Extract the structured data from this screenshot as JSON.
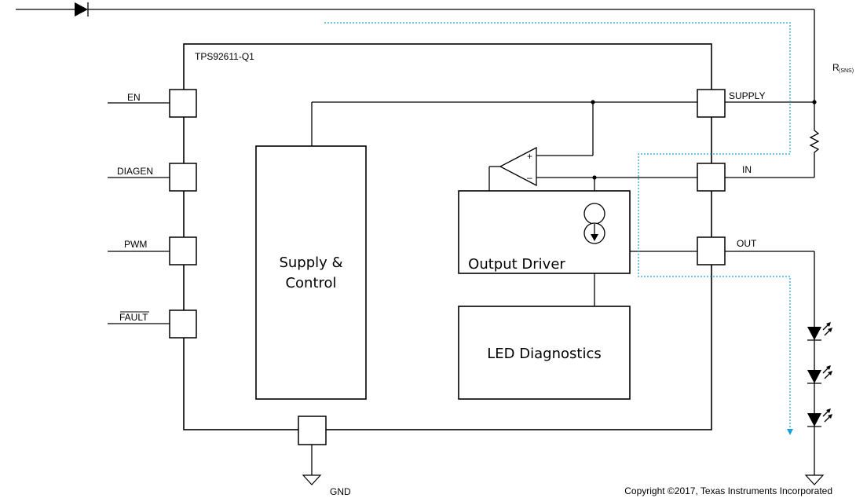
{
  "chip": {
    "name": "TPS92611-Q1"
  },
  "pins": {
    "en": "EN",
    "diagen": "DIAGEN",
    "pwm": "PWM",
    "fault": "FAULT",
    "supply": "SUPPLY",
    "in": "IN",
    "out": "OUT",
    "gnd": "GND"
  },
  "blocks": {
    "supply_control_line1": "Supply &",
    "supply_control_line2": "Control",
    "output_driver": "Output Driver",
    "led_diagnostics": "LED Diagnostics"
  },
  "resistor": {
    "label_main": "R",
    "label_sub": "(SNS)"
  },
  "amplifier": {
    "plus": "+",
    "minus": "–"
  },
  "copyright": "Copyright ©2017, Texas Instruments Incorporated",
  "colors": {
    "wire": "#000000",
    "current_path": "#1ba1d6"
  }
}
